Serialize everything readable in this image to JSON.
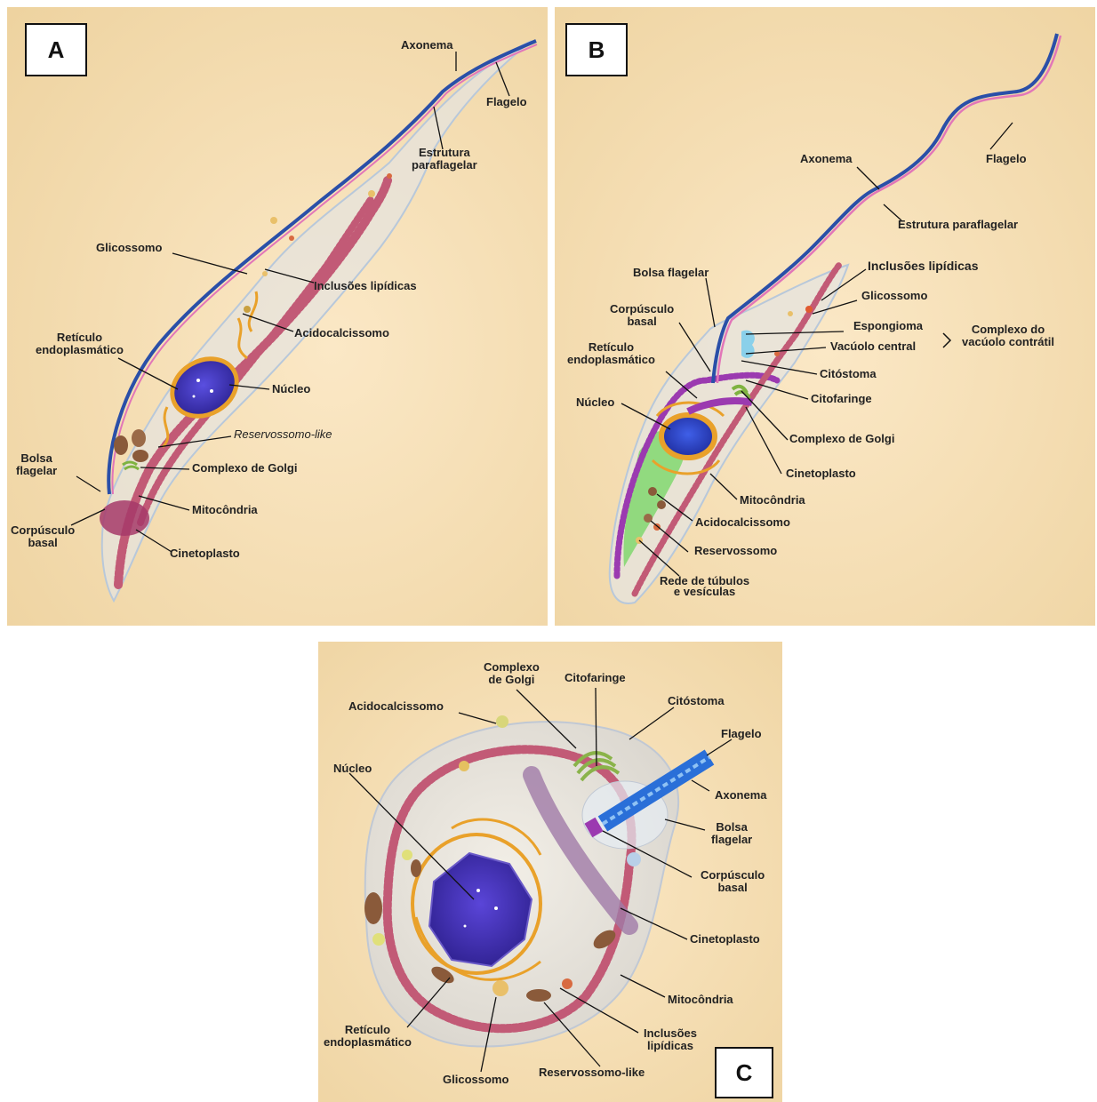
{
  "colors": {
    "background": "#f3d9aa",
    "cell": "#e8e4dc",
    "membrane": "#c5d6e8",
    "mitochondria": "#c25a76",
    "nucleus": "#3b2fa8",
    "er": "#e9a12a",
    "flagellum_blue": "#2a4fa8",
    "flagellum_pink": "#e276b8",
    "kinetoplast": "#a63a6a",
    "er_green": "#6bd65a",
    "purple_pellicle": "#9b3ab0"
  },
  "panelA": {
    "tag": "A",
    "labels": {
      "axonema": "Axonema",
      "flagelo": "Flagelo",
      "estrutura_paraflagelar": "Estrutura\nparaflagelar",
      "glicossomo": "Glicossomo",
      "inclusoes_lipidicas": "Inclusões lipídicas",
      "acidocalcissomo": "Acidocalcissomo",
      "reticulo_endoplasmatico": "Retículo\nendoplasmático",
      "nucleo": "Núcleo",
      "reservossomo_like": "Reservossomo-like",
      "bolsa_flagelar": "Bolsa\nflagelar",
      "complexo_golgi": "Complexo de Golgi",
      "mitocondria": "Mitocôndria",
      "corpusculo_basal": "Corpúsculo\nbasal",
      "cinetoplasto": "Cinetoplasto"
    }
  },
  "panelB": {
    "tag": "B",
    "labels": {
      "axonema": "Axonema",
      "flagelo": "Flagelo",
      "estrutura_paraflagelar": "Estrutura paraflagelar",
      "bolsa_flagelar": "Bolsa flagelar",
      "inclusoes_lipidicas": "Inclusões lipídicas",
      "glicossomo": "Glicossomo",
      "corpusculo_basal": "Corpúsculo\nbasal",
      "espongioma": "Espongioma",
      "vacuolo_central": "Vacúolo central",
      "complexo_vacuolo": "Complexo do\nvacúolo contrátil",
      "reticulo_endoplasmatico": "Retículo\nendoplasmático",
      "citostoma": "Citóstoma",
      "citofaringe": "Citofaringe",
      "nucleo": "Núcleo",
      "complexo_golgi": "Complexo de Golgi",
      "cinetoplasto": "Cinetoplasto",
      "mitocondria": "Mitocôndria",
      "acidocalcissomo": "Acidocalcissomo",
      "reservossomo": "Reservossomo",
      "rede_tubulos": "Rede de túbulos\ne vesículas"
    }
  },
  "panelC": {
    "tag": "C",
    "labels": {
      "complexo_golgi": "Complexo\nde Golgi",
      "citofaringe": "Citofaringe",
      "acidocalcissomo": "Acidocalcissomo",
      "citostoma": "Citóstoma",
      "flagelo": "Flagelo",
      "nucleo": "Núcleo",
      "axonema": "Axonema",
      "bolsa_flagelar": "Bolsa\nflagelar",
      "corpusculo_basal": "Corpúsculo\nbasal",
      "cinetoplasto": "Cinetoplasto",
      "mitocondria": "Mitocôndria",
      "inclusoes_lipidicas": "Inclusões\nlipídicas",
      "reticulo_endoplasmatico": "Retículo\nendoplasmático",
      "glicossomo": "Glicossomo",
      "reservossomo_like": "Reservossomo-like"
    }
  }
}
